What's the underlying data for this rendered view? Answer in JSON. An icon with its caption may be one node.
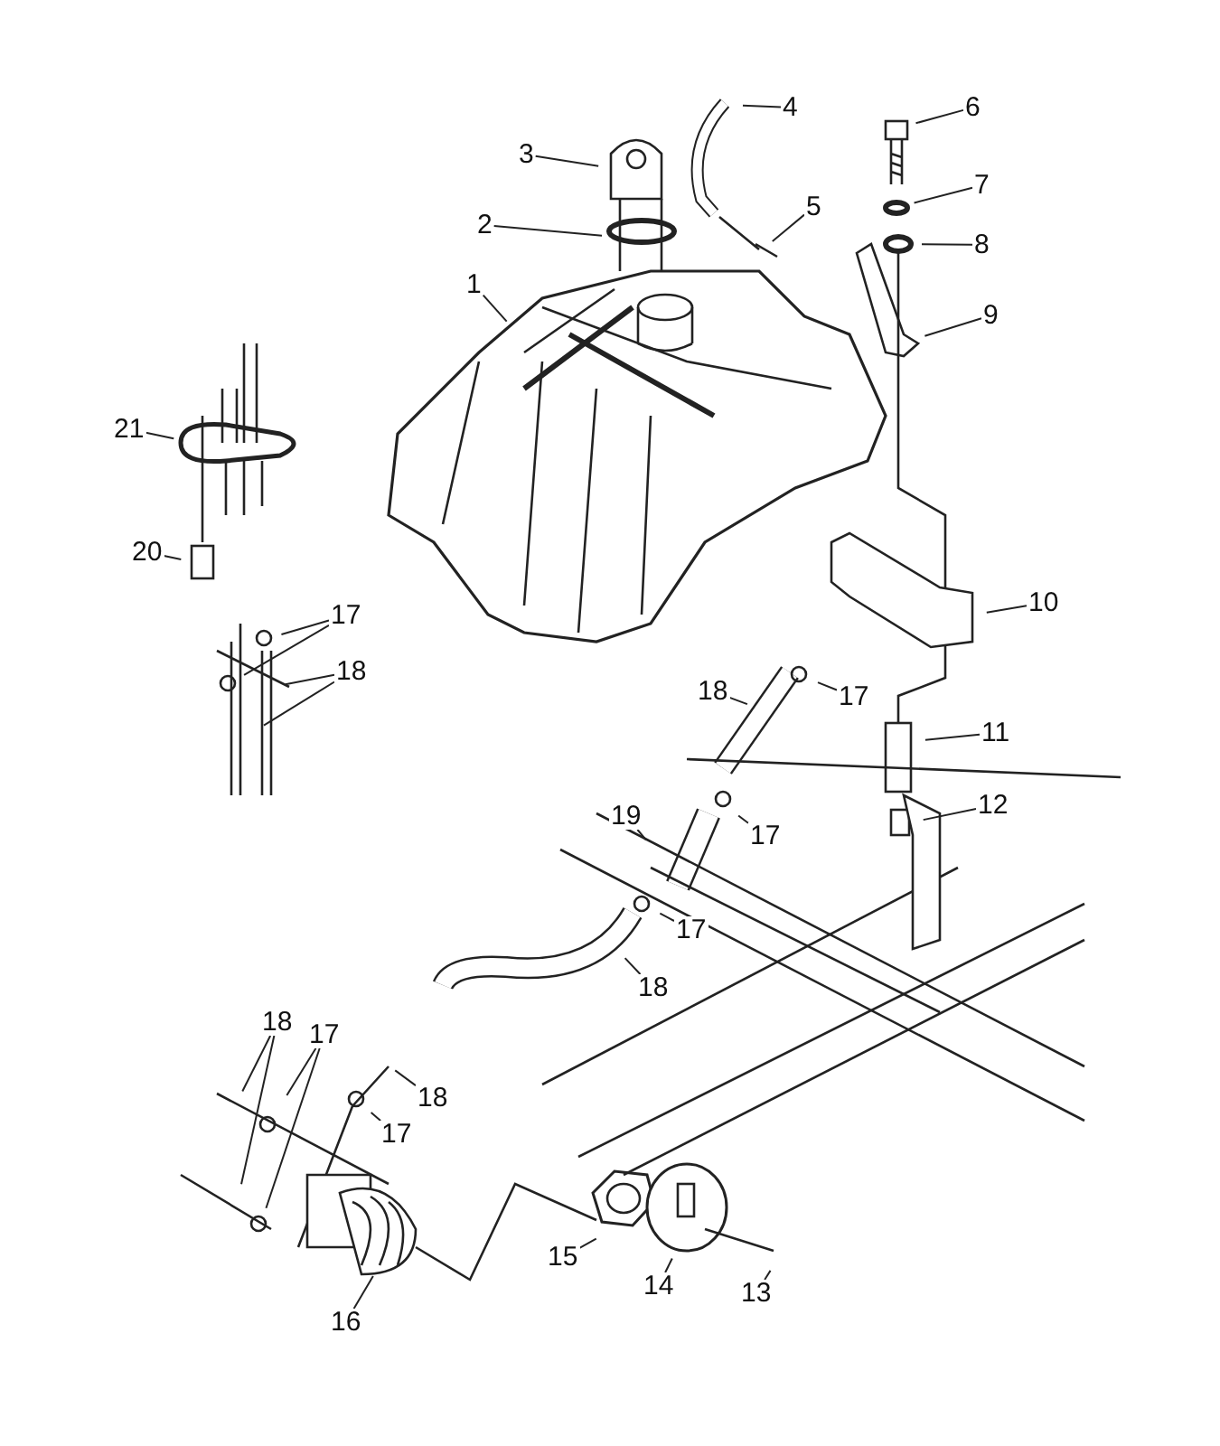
{
  "diagram": {
    "nodes": [
      {
        "text": [
          "1"
        ]
      },
      {
        "text": [
          "2"
        ]
      },
      {
        "text": [
          "3"
        ]
      },
      {
        "text": [
          "4"
        ]
      },
      {
        "text": [
          "5"
        ]
      },
      {
        "text": [
          "6"
        ]
      },
      {
        "text": [
          "7"
        ]
      },
      {
        "text": [
          "8"
        ]
      },
      {
        "text": [
          "9"
        ]
      },
      {
        "text": [
          "10"
        ]
      },
      {
        "text": [
          "11"
        ]
      },
      {
        "text": [
          "12"
        ]
      },
      {
        "text": [
          "17"
        ]
      },
      {
        "text": [
          "18"
        ]
      },
      {
        "text": [
          "17"
        ]
      },
      {
        "text": [
          "18"
        ]
      },
      {
        "text": [
          "21"
        ]
      },
      {
        "text": [
          "20"
        ]
      },
      {
        "text": [
          "19"
        ]
      },
      {
        "text": [
          "17"
        ]
      },
      {
        "text": [
          "17"
        ]
      },
      {
        "text": [
          "18"
        ]
      },
      {
        "text": [
          "18"
        ]
      },
      {
        "text": [
          "17"
        ]
      },
      {
        "text": [
          "18"
        ]
      },
      {
        "text": [
          "17"
        ]
      },
      {
        "text": [
          "15"
        ]
      },
      {
        "text": [
          "14"
        ]
      },
      {
        "text": [
          "13"
        ]
      },
      {
        "text": [
          "16"
        ]
      }
    ],
    "edges": [
      {
        "from": 0,
        "to": null,
        "arrow": "none"
      },
      {
        "from": 1,
        "to": null,
        "arrow": "none"
      },
      {
        "from": 2,
        "to": null,
        "arrow": "none"
      },
      {
        "from": 3,
        "to": null,
        "arrow": "none"
      },
      {
        "from": 4,
        "to": null,
        "arrow": "none"
      },
      {
        "from": 5,
        "to": null,
        "arrow": "none"
      },
      {
        "from": 6,
        "to": null,
        "arrow": "none"
      },
      {
        "from": 7,
        "to": null,
        "arrow": "none"
      },
      {
        "from": 8,
        "to": null,
        "arrow": "none"
      },
      {
        "from": 9,
        "to": null,
        "arrow": "none"
      },
      {
        "from": 10,
        "to": null,
        "arrow": "none"
      },
      {
        "from": 11,
        "to": null,
        "arrow": "none"
      },
      {
        "from": 12,
        "to": null,
        "arrow": "none"
      },
      {
        "from": 13,
        "to": null,
        "arrow": "none"
      },
      {
        "from": 14,
        "to": null,
        "arrow": "none"
      },
      {
        "from": 14,
        "to": null,
        "arrow": "none"
      },
      {
        "from": 15,
        "to": null,
        "arrow": "none"
      },
      {
        "from": 15,
        "to": null,
        "arrow": "none"
      },
      {
        "from": 16,
        "to": null,
        "arrow": "none"
      },
      {
        "from": 17,
        "to": null,
        "arrow": "none"
      },
      {
        "from": 18,
        "to": null,
        "arrow": "none"
      },
      {
        "from": 19,
        "to": null,
        "arrow": "none"
      },
      {
        "from": 20,
        "to": null,
        "arrow": "none"
      },
      {
        "from": 21,
        "to": null,
        "arrow": "none"
      },
      {
        "from": 22,
        "to": null,
        "arrow": "none"
      },
      {
        "from": 22,
        "to": null,
        "arrow": "none"
      },
      {
        "from": 23,
        "to": null,
        "arrow": "none"
      },
      {
        "from": 23,
        "to": null,
        "arrow": "none"
      },
      {
        "from": 24,
        "to": null,
        "arrow": "none"
      },
      {
        "from": 25,
        "to": null,
        "arrow": "none"
      },
      {
        "from": 26,
        "to": null,
        "arrow": "none"
      },
      {
        "from": 27,
        "to": null,
        "arrow": "none"
      },
      {
        "from": 28,
        "to": null,
        "arrow": "none"
      },
      {
        "from": 29,
        "to": null,
        "arrow": "none"
      }
    ]
  }
}
